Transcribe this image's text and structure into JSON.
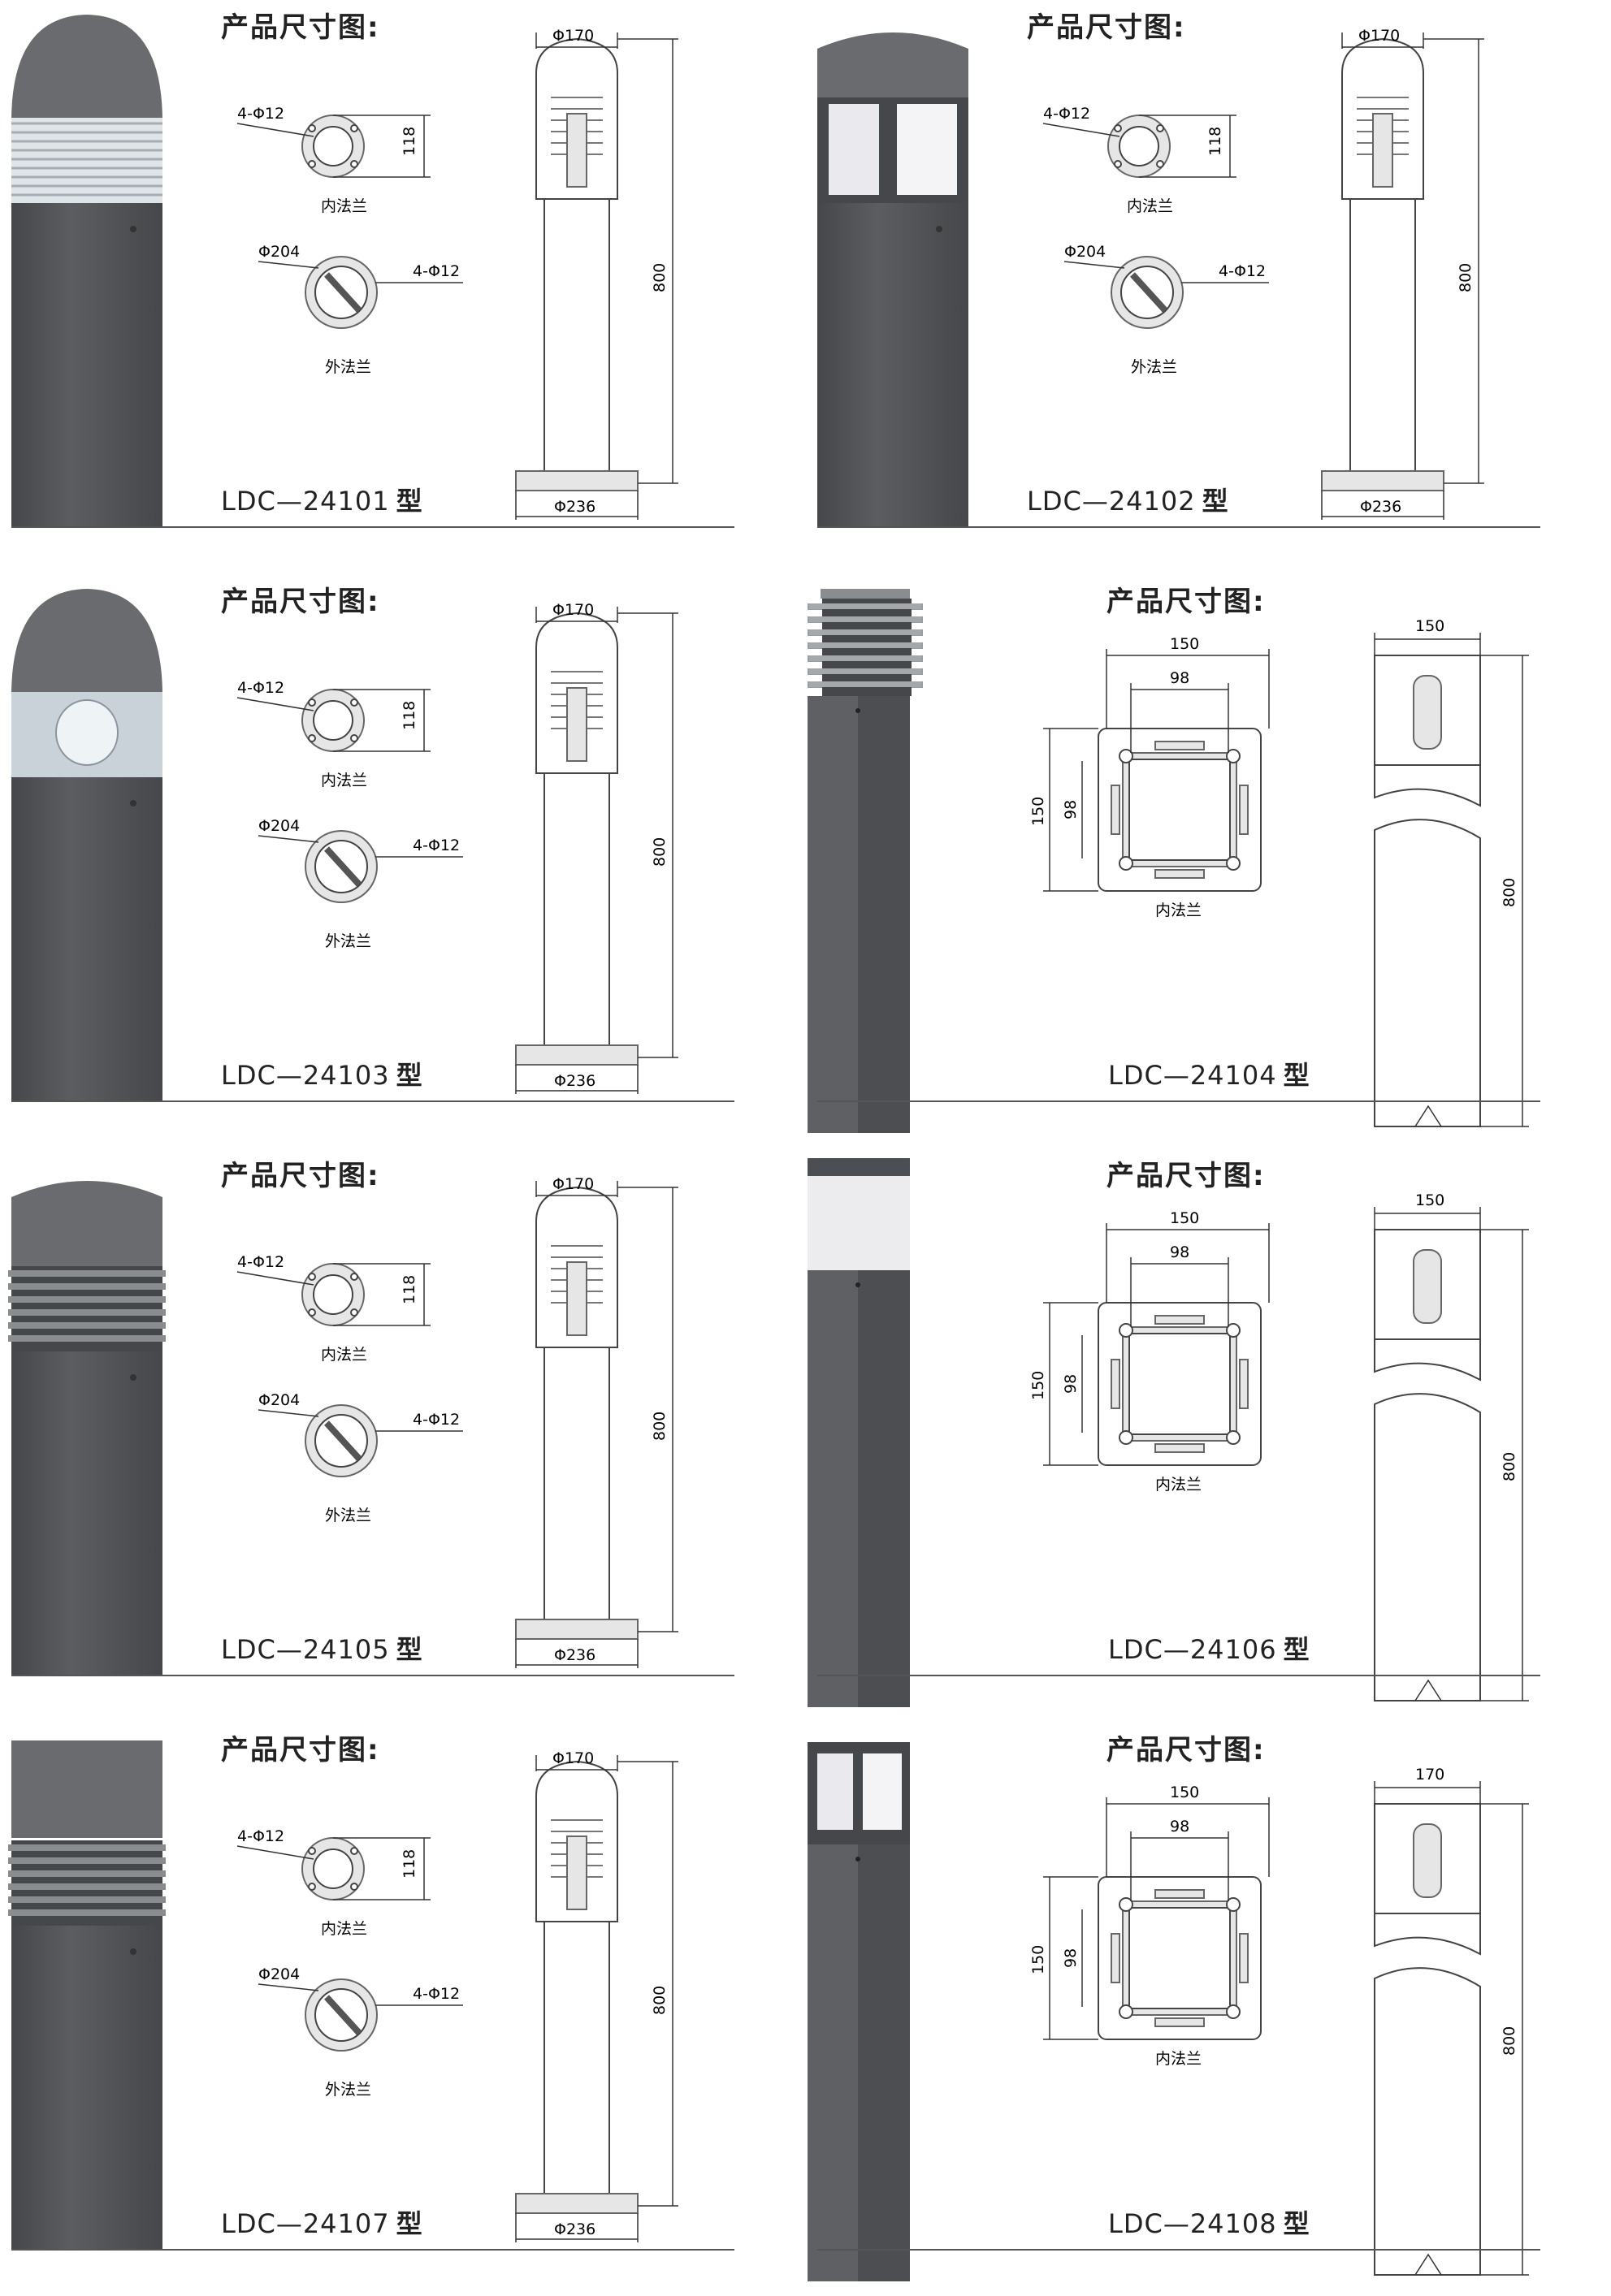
{
  "colors": {
    "pole": "#5b5d60",
    "pole_dark": "#45474a",
    "cap": "#696b6e",
    "glass": "#dfe4e8",
    "diffuser": "#e9e9ee"
  },
  "products": [
    {
      "heading": "产品尺寸图:",
      "model": "LDC—24101",
      "suffix": "型",
      "photo": {
        "shape": "round",
        "head": "dome",
        "lens": "ribbed-glass"
      },
      "drawing": "round",
      "labels": {
        "bolt_inner": "4-Φ12",
        "inner_h": "118",
        "inner_name": "内法兰",
        "outer_d": "Φ204",
        "bolt_outer": "4-Φ12",
        "outer_name": "外法兰",
        "top_d": "Φ170",
        "height": "800",
        "base_d": "Φ236"
      }
    },
    {
      "heading": "产品尺寸图:",
      "model": "LDC—24102",
      "suffix": "型",
      "photo": {
        "shape": "round",
        "head": "cone",
        "lens": "frosted-panels"
      },
      "drawing": "round",
      "labels": {
        "bolt_inner": "4-Φ12",
        "inner_h": "118",
        "inner_name": "内法兰",
        "outer_d": "Φ204",
        "bolt_outer": "4-Φ12",
        "outer_name": "外法兰",
        "top_d": "Φ170",
        "height": "800",
        "base_d": "Φ236"
      }
    },
    {
      "heading": "产品尺寸图:",
      "model": "LDC—24103",
      "suffix": "型",
      "photo": {
        "shape": "round",
        "head": "dome",
        "lens": "clear-glass"
      },
      "drawing": "round",
      "labels": {
        "bolt_inner": "4-Φ12",
        "inner_h": "118",
        "inner_name": "内法兰",
        "outer_d": "Φ204",
        "bolt_outer": "4-Φ12",
        "outer_name": "外法兰",
        "top_d": "Φ170",
        "height": "800",
        "base_d": "Φ236"
      }
    },
    {
      "heading": "产品尺寸图:",
      "model": "LDC—24104",
      "suffix": "型",
      "photo": {
        "shape": "square",
        "head": "louvers",
        "lens": "louvers"
      },
      "drawing": "square",
      "labels": {
        "top_w": "150",
        "inner_w": "98",
        "left_h": "150",
        "inner_h": "98",
        "inner_name": "内法兰",
        "side_w": "150",
        "height": "800"
      }
    },
    {
      "heading": "产品尺寸图:",
      "model": "LDC—24105",
      "suffix": "型",
      "photo": {
        "shape": "round",
        "head": "cone",
        "lens": "louvers"
      },
      "drawing": "round",
      "labels": {
        "bolt_inner": "4-Φ12",
        "inner_h": "118",
        "inner_name": "内法兰",
        "outer_d": "Φ204",
        "bolt_outer": "4-Φ12",
        "outer_name": "外法兰",
        "top_d": "Φ170",
        "height": "800",
        "base_d": "Φ236"
      }
    },
    {
      "heading": "产品尺寸图:",
      "model": "LDC—24106",
      "suffix": "型",
      "photo": {
        "shape": "square",
        "head": "flat",
        "lens": "white-band"
      },
      "drawing": "square",
      "labels": {
        "top_w": "150",
        "inner_w": "98",
        "left_h": "150",
        "inner_h": "98",
        "inner_name": "内法兰",
        "side_w": "150",
        "height": "800"
      }
    },
    {
      "heading": "产品尺寸图:",
      "model": "LDC—24107",
      "suffix": "型",
      "photo": {
        "shape": "round",
        "head": "flat",
        "lens": "louvers"
      },
      "drawing": "round",
      "labels": {
        "bolt_inner": "4-Φ12",
        "inner_h": "118",
        "inner_name": "内法兰",
        "outer_d": "Φ204",
        "bolt_outer": "4-Φ12",
        "outer_name": "外法兰",
        "top_d": "Φ170",
        "height": "800",
        "base_d": "Φ236"
      }
    },
    {
      "heading": "产品尺寸图:",
      "model": "LDC—24108",
      "suffix": "型",
      "photo": {
        "shape": "square",
        "head": "frame",
        "lens": "frosted-panels"
      },
      "drawing": "square",
      "labels": {
        "top_w": "150",
        "inner_w": "98",
        "left_h": "150",
        "inner_h": "98",
        "inner_name": "内法兰",
        "side_w": "170",
        "height": "800"
      }
    }
  ]
}
